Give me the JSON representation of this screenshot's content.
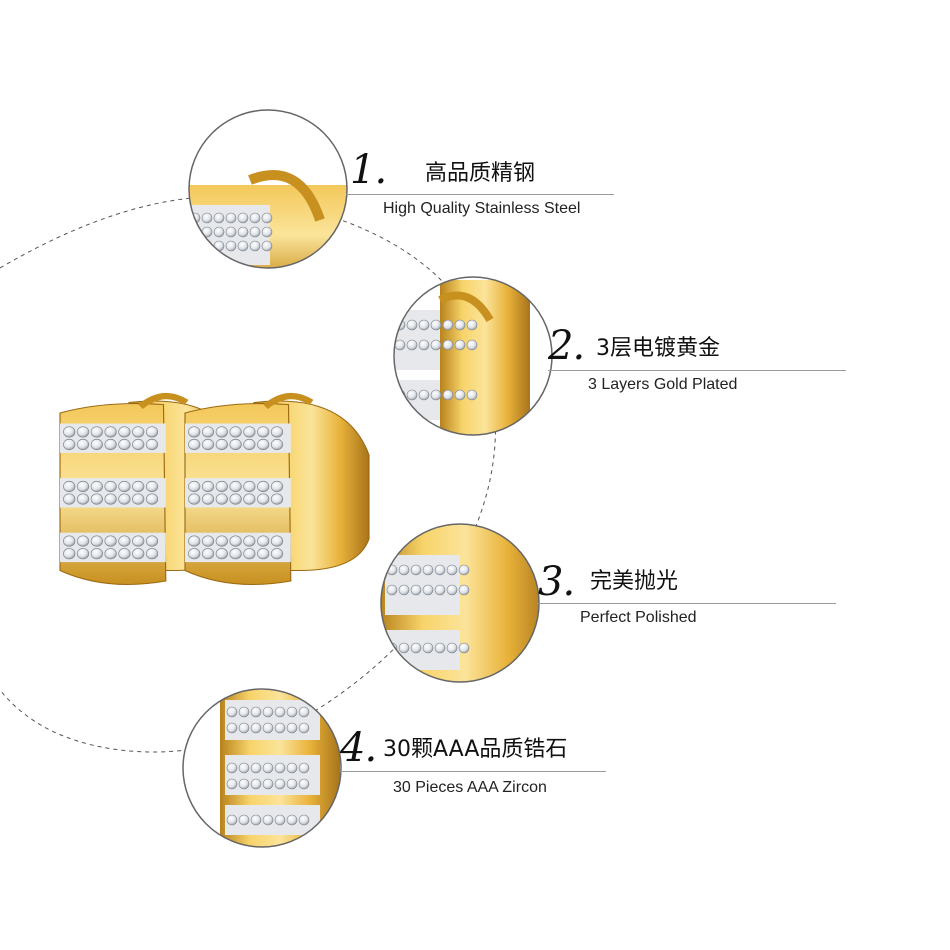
{
  "features": [
    {
      "number": "1.",
      "title_cn": "高品质精钢",
      "title_en": "High Quality  Stainless Steel"
    },
    {
      "number": "2.",
      "title_cn": "3层电镀黄金",
      "title_en": "3 Layers Gold Plated"
    },
    {
      "number": "3.",
      "title_cn": "完美抛光",
      "title_en": "Perfect Polished"
    },
    {
      "number": "4.",
      "title_cn": "30颗AAA品质锆石",
      "title_en": "30 Pieces AAA Zircon"
    }
  ],
  "colors": {
    "gold": "#e8b23a",
    "gold_dark": "#b8821c",
    "gold_light": "#fbe49a",
    "silver": "#d9dce0",
    "line": "#9a9a9a"
  }
}
